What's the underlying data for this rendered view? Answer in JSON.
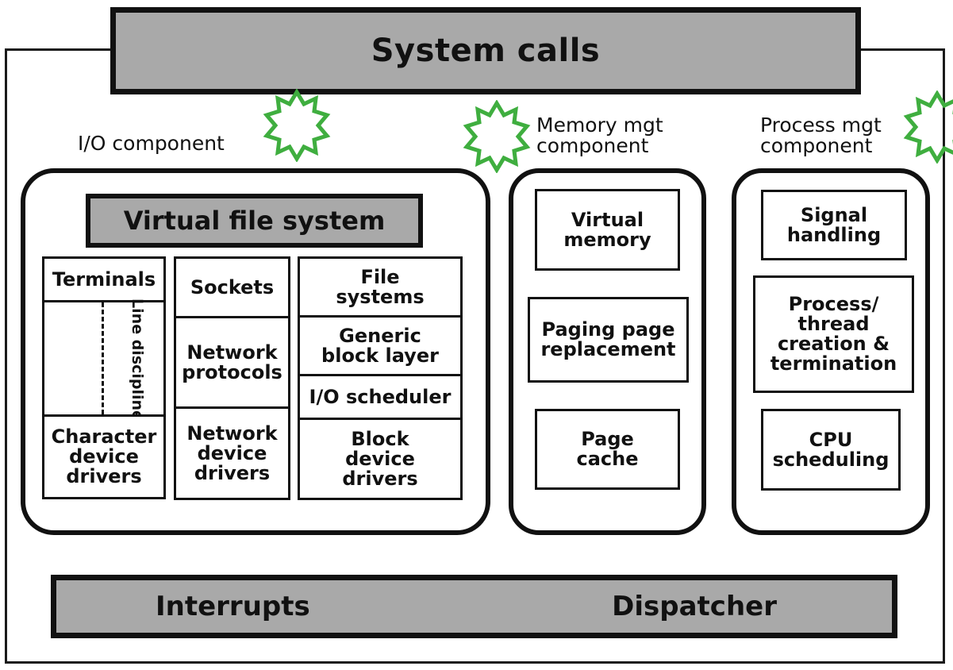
{
  "top_bar": {
    "label": "System calls"
  },
  "bottom_bar": {
    "left_label": "Interrupts",
    "right_label": "Dispatcher"
  },
  "io_component": {
    "label": "I/O component",
    "vfs": "Virtual file system",
    "terminals": "Terminals",
    "line_discipline": "Line discipline",
    "character_device_drivers": "Character device drivers",
    "sockets": "Sockets",
    "network_protocols": "Network protocols",
    "network_device_drivers": "Network device drivers",
    "file_systems": "File systems",
    "generic_block_layer": "Generic block layer",
    "io_scheduler": "I/O scheduler",
    "block_device_drivers": "Block device drivers"
  },
  "memory_component": {
    "label": "Memory mgt component",
    "virtual_memory": "Virtual memory",
    "paging": "Paging page replacement",
    "page_cache": "Page cache"
  },
  "process_component": {
    "label": "Process mgt component",
    "signal_handling": "Signal handling",
    "process_thread": "Process/ thread creation & termination",
    "cpu_scheduling": "CPU scheduling"
  },
  "colors": {
    "bar_fill": "#a9a9a9",
    "outline": "#111111",
    "star_stroke": "#3fae3f"
  },
  "icons": [
    "star-burst-icon"
  ]
}
